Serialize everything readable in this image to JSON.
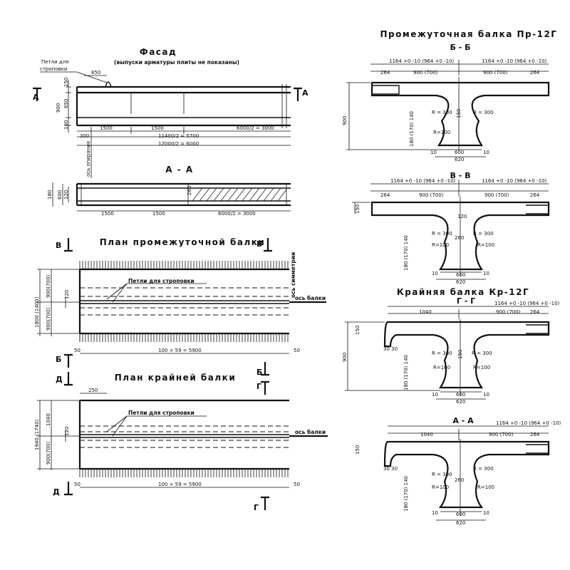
{
  "left": {
    "facade_title": "Фасад",
    "facade_subtitle": "(выпуски арматуры плиты не показаны)",
    "lifting_loop_note_1": "Петли для",
    "lifting_loop_note_2": "строповки",
    "dim_850": "850",
    "dim_150": "150",
    "dim_650": "650",
    "dim_900": "900",
    "dim_100": "100",
    "dim_300": "300",
    "dim_1500a": "1500",
    "dim_1500b": "1500",
    "dim_6000_2": "6000/2 = 3000",
    "dim_11400_2": "11400/2 = 5700",
    "dim_12000_2": "12000/2 = 6000",
    "support_axis": "ось опирания",
    "section_mark_A": "А",
    "aa_title": "А - А",
    "aa_dim_180": "180",
    "aa_dim_120": "120",
    "aa_dim_600": "600",
    "aa_dim_260": "260",
    "aa_dim_1500a": "1500",
    "aa_dim_1500b": "1500",
    "aa_dim_6000": "6000/2 = 3000",
    "plan_mid_title": "План промежуточной балки",
    "mark_V": "В",
    "mark_B": "Б",
    "symmetry_axis": "ось симметрии",
    "plan_mid_loops": "Петли для строповки",
    "beam_axis": "ось балки",
    "plan_mid_dim_left_outer": "1800 (1400)",
    "plan_mid_dim_left_upper": "900(700)",
    "plan_mid_dim_left_lower": "900(700)",
    "plan_mid_dim_120": "120",
    "plan_mid_dim_50": "50",
    "plan_mid_dim_50r": "50",
    "plan_mid_dim_bottom": "100 × 59 = 5900",
    "plan_edge_title": "План крайней балки",
    "mark_D": "Д",
    "mark_G": "Г",
    "plan_edge_dim_250": "250",
    "plan_edge_loops": "Петли для строповки",
    "plan_edge_dim_left_outer": "1940 (1740)",
    "plan_edge_dim_left_upper": "1040",
    "plan_edge_dim_left_lower": "900(700)",
    "plan_edge_dim_120": "120",
    "plan_edge_dim_50": "50",
    "plan_edge_dim_50r": "50",
    "plan_edge_dim_bottom": "100 × 59 = 5900"
  },
  "right": {
    "beam_mid_title": "Промежуточная балка Пр-12Г",
    "sec_BB": "Б - Б",
    "sec_VV": "В - В",
    "beam_edge_title": "Крайняя балка Кр-12Г",
    "sec_GG": "Г - Г",
    "sec_AA": "А - А",
    "top_dim_left": "1164 +0 -10 (964 +0 -10)",
    "top_dim_right": "1164 +0 -10 (964 +0 -10)",
    "dim_264": "264",
    "dim_900_700": "900 (700)",
    "dim_150": "150",
    "dim_R300": "R = 300",
    "dim_R100": "R=100",
    "dim_900": "900",
    "dim_600": "600",
    "dim_620": "620",
    "dim_260": "260",
    "dim_10": "10",
    "dim_left_stack": "180 (170) 140",
    "dim_1040": "1040",
    "dim_3030": "30 30"
  }
}
